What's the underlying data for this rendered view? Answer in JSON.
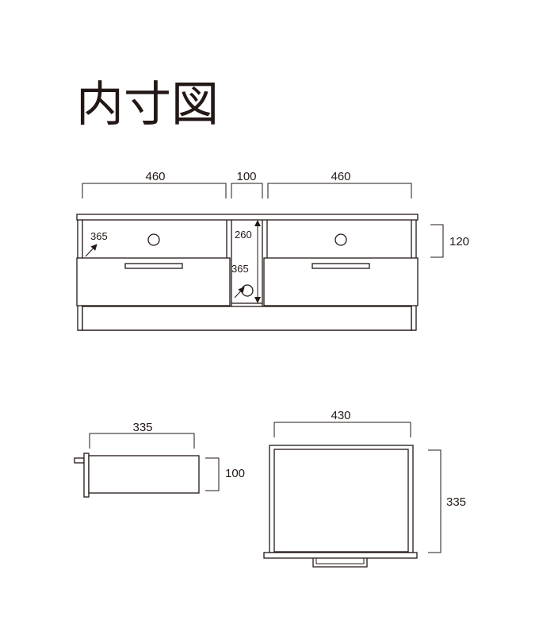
{
  "title": "内寸図",
  "front_view": {
    "width_left": "460",
    "width_center": "100",
    "width_right": "460",
    "depth_left": "365",
    "depth_center": "365",
    "center_height": "260",
    "drawer_height": "120"
  },
  "drawer_side_view": {
    "depth": "335",
    "height": "100"
  },
  "drawer_top_view": {
    "width": "430",
    "depth": "335"
  },
  "colors": {
    "line": "#231815",
    "background": "#ffffff"
  }
}
